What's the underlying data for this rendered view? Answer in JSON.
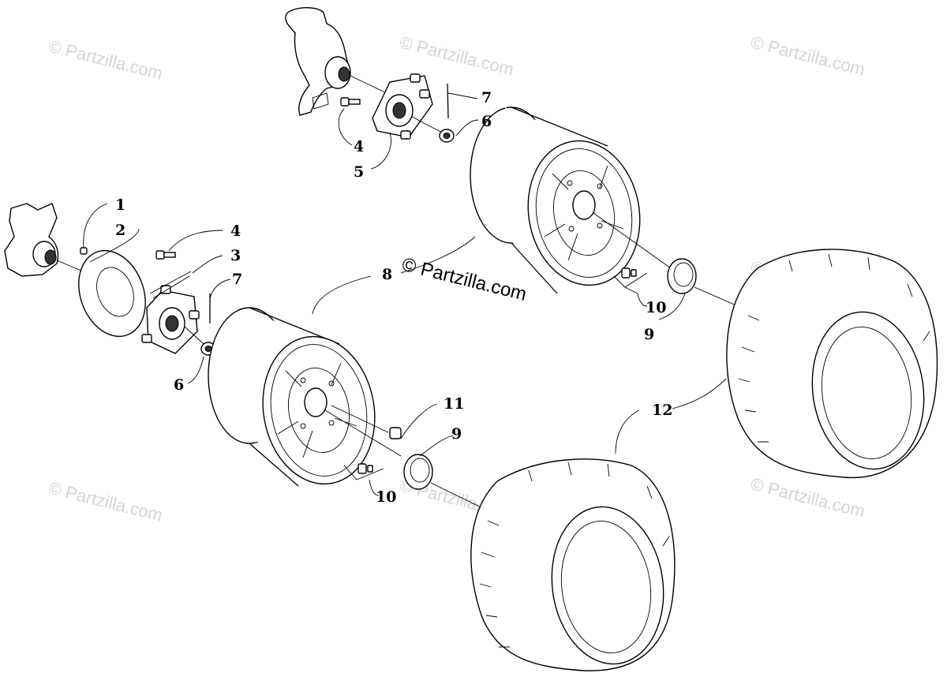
{
  "watermarks": {
    "main": "© Partzilla.com",
    "faint": "© Partzilla.com"
  },
  "callouts": {
    "c1": "1",
    "c2": "2",
    "c3": "3",
    "c4_top": "4",
    "c4_left": "4",
    "c5": "5",
    "c6_top": "6",
    "c6_left": "6",
    "c7_top": "7",
    "c7_left": "7",
    "c8": "8",
    "c9_right": "9",
    "c9_left": "9",
    "c10_right": "10",
    "c10_left": "10",
    "c11": "11",
    "c12": "12"
  },
  "colors": {
    "line": "#000000",
    "watermark": "#d4d4d4",
    "background": "#ffffff"
  }
}
